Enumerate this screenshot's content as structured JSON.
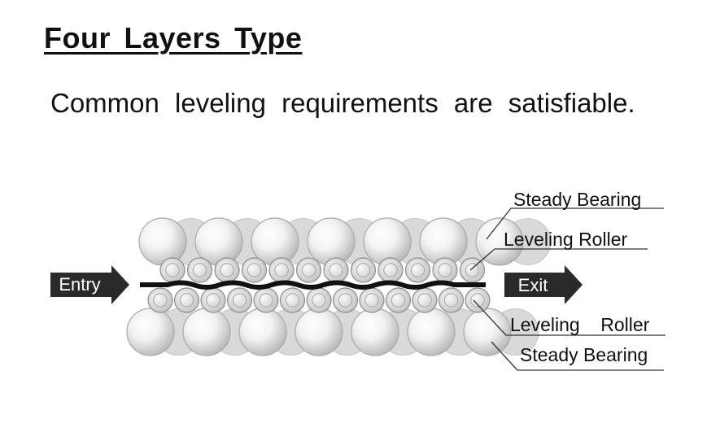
{
  "title": "Four  Layers  Type",
  "subtitle": "Common  leveling  requirements  are  satisfiable.",
  "diagram": {
    "entry_label": "Entry",
    "exit_label": "Exit",
    "callouts": {
      "top_steady": "Steady Bearing",
      "top_leveling": "Leveling Roller",
      "bottom_leveling": "Leveling    Roller",
      "bottom_steady": "Steady Bearing"
    },
    "roller_counts": {
      "top_steady": 7,
      "top_leveling": 12,
      "bottom_leveling": 13,
      "bottom_steady": 7
    }
  }
}
